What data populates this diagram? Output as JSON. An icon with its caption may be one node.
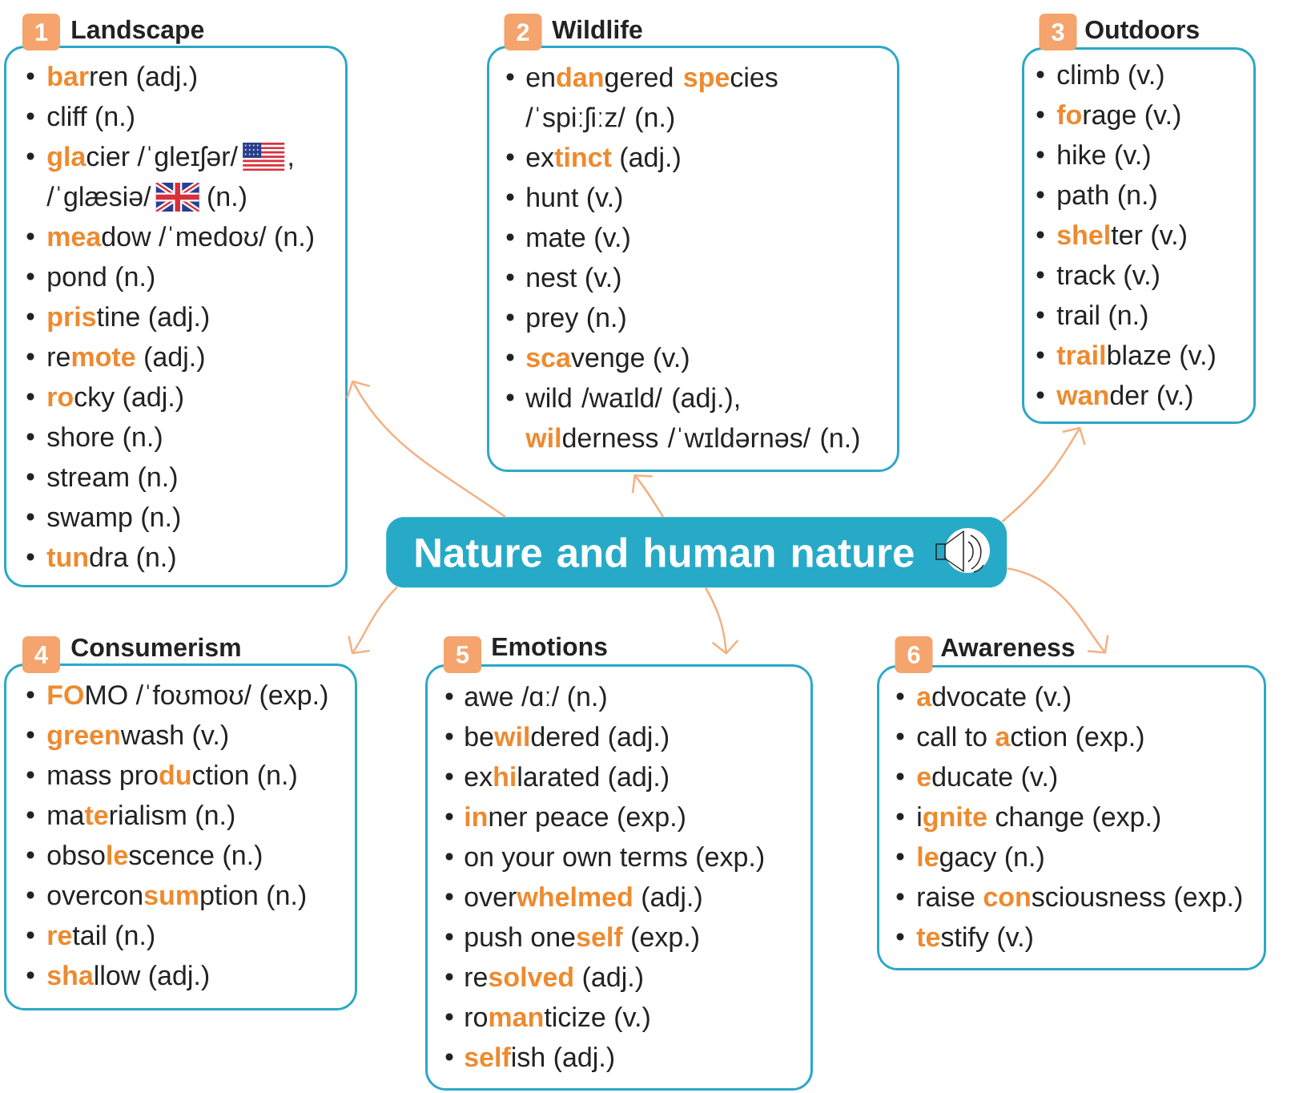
{
  "diagram": {
    "nodes": [
      {
        "text": [
          "1"
        ]
      },
      {
        "text": [
          "Landscape",
          "**bar**ren (adj.)",
          "cliff (n.)",
          "**gla**cier /ˈgleɪʃər/",
          ",",
          "/ˈglæsiə/",
          "(n.)",
          "**mea**dow /ˈmedoʊ/ (n.)",
          "pond (n.)",
          "**pris**tine (adj.)",
          "re**mote** (adj.)",
          "**ro**cky (adj.)",
          "shore (n.)",
          "stream (n.)",
          "swamp (n.)",
          "**tun**dra (n.)"
        ]
      },
      {
        "text": [
          "2"
        ]
      },
      {
        "text": [
          "Wildlife",
          "en**dan**gered **spe**cies /ˈspiːʃiːz/ (n.)",
          "ex**tinct** (adj.)",
          "hunt (v.)",
          "mate (v.)",
          "nest (v.)",
          "prey (n.)",
          "**sca**venge (v.)",
          "wild /waɪld/ (adj.), **wil**derness /ˈwɪldərnəs/ (n.)"
        ]
      },
      {
        "text": [
          "3"
        ]
      },
      {
        "text": [
          "Outdoors",
          "climb (v.)",
          "**fo**rage (v.)",
          "hike (v.)",
          "path (n.)",
          "**shel**ter (v.)",
          "track (v.)",
          "trail (n.)",
          "**trail**blaze (v.)",
          "**wan**der (v.)"
        ]
      },
      {
        "text": [
          "Nature and human nature"
        ]
      },
      {
        "text": [
          "4"
        ]
      },
      {
        "text": [
          "Consumerism",
          "**FO**MO /ˈfoʊmoʊ/ (exp.)",
          "**green**wash (v.)",
          "mass pro**du**ction (n.)",
          "ma**te**rialism (n.)",
          "obso**le**scence (n.)",
          "overcon**sum**ption (n.)",
          "**re**tail (n.)",
          "**sha**llow (adj.)"
        ]
      },
      {
        "text": [
          "5"
        ]
      },
      {
        "text": [
          "Emotions",
          "awe /ɑː/ (n.)",
          "be**wil**dered (adj.)",
          "ex**hi**larated (adj.)",
          "**in**ner peace (exp.)",
          "on your own terms (exp.)",
          "over**whelmed** (adj.)",
          "push one**self** (exp.)",
          "re**solved** (adj.)",
          "ro**man**ticize (v.)",
          "**self**ish (adj.)"
        ]
      },
      {
        "text": [
          "6"
        ]
      },
      {
        "text": [
          "Awareness",
          "**a**dvocate (v.)",
          "call to **a**ction (exp.)",
          "**e**ducate (v.)",
          "i**gnite** change (exp.)",
          "**le**gacy (n.)",
          "raise **con**sciousness (exp.)",
          "**te**stify (v.)"
        ]
      }
    ],
    "edges": [
      {
        "from": 6,
        "to": 1,
        "arrow": "to"
      },
      {
        "from": 6,
        "to": 3,
        "arrow": "to"
      },
      {
        "from": 6,
        "to": 5,
        "arrow": "to"
      },
      {
        "from": 6,
        "to": 8,
        "arrow": "to"
      },
      {
        "from": 6,
        "to": 10,
        "arrow": "to"
      },
      {
        "from": 6,
        "to": 12,
        "arrow": "to"
      }
    ]
  }
}
